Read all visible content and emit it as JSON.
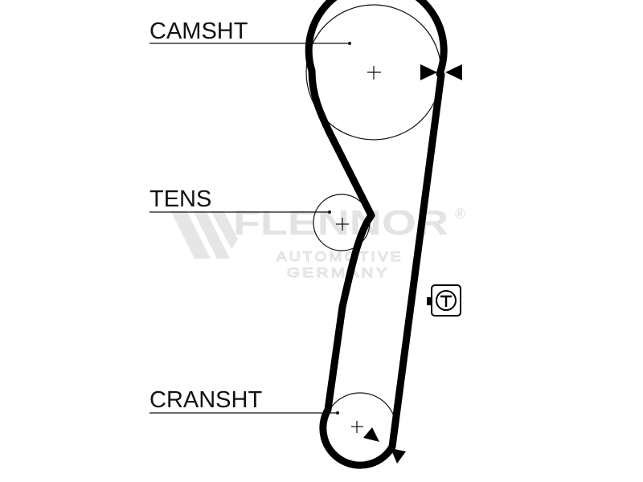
{
  "labels": {
    "camshaft": "CAMSHT",
    "tensioner": "TENS",
    "crankshaft": "CRANSHT"
  },
  "watermark": {
    "brand": "FLENNOR",
    "registered": "®",
    "line1": "AUTOMOTIVE",
    "line2": "GERMANY"
  },
  "colors": {
    "belt": "#000000",
    "line": "#111111",
    "watermark": "#e3e3e3"
  },
  "icons": {
    "timing_mark": "triangle-arrow-icon",
    "tension_tool": "tension-gauge-icon"
  }
}
